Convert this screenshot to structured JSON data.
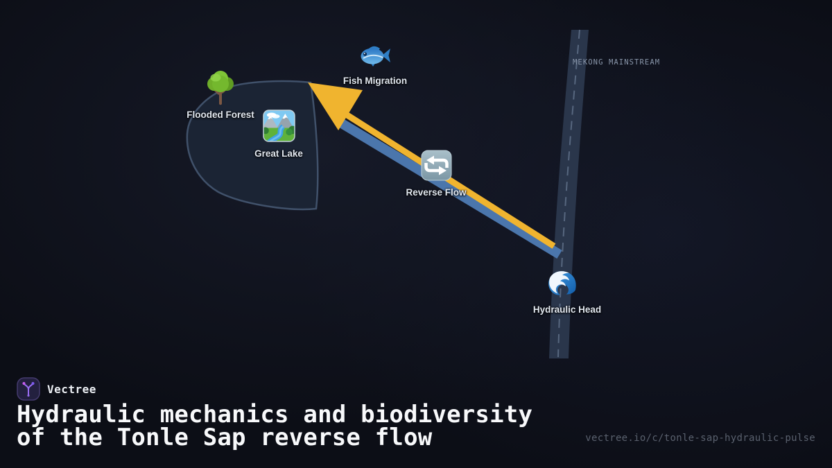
{
  "diagram": {
    "river_label": "MEKONG MAINSTREAM",
    "nodes": [
      {
        "id": "fish-migration",
        "icon": "fish-icon",
        "label": "Fish Migration"
      },
      {
        "id": "flooded-forest",
        "icon": "tree-icon",
        "label": "Flooded Forest"
      },
      {
        "id": "great-lake",
        "icon": "national-park-icon",
        "label": "Great Lake"
      },
      {
        "id": "reverse-flow",
        "icon": "reverse-arrows-icon",
        "label": "Reverse Flow"
      },
      {
        "id": "hydraulic-head",
        "icon": "water-wave-icon",
        "label": "Hydraulic Head"
      }
    ]
  },
  "footer": {
    "brand": "Vectree",
    "title_line1": "Hydraulic mechanics and biodiversity",
    "title_line2": "of the Tonle Sap reverse flow",
    "url": "vectree.io/c/tonle-sap-hydraulic-pulse"
  },
  "colors": {
    "arrow-yellow": "#F0B42F",
    "arrow-blue": "#4B76AC",
    "lake-fill": "#1B2434",
    "lake-stroke": "#40516A",
    "river-fill": "#2C394F",
    "river-dash": "#5F7088",
    "label-color": "#E2E8F0",
    "river-label-color": "#8A97AB",
    "title-color": "#F8F9FB",
    "brand-color": "#ECEFF4",
    "url-color": "#5A616E"
  }
}
